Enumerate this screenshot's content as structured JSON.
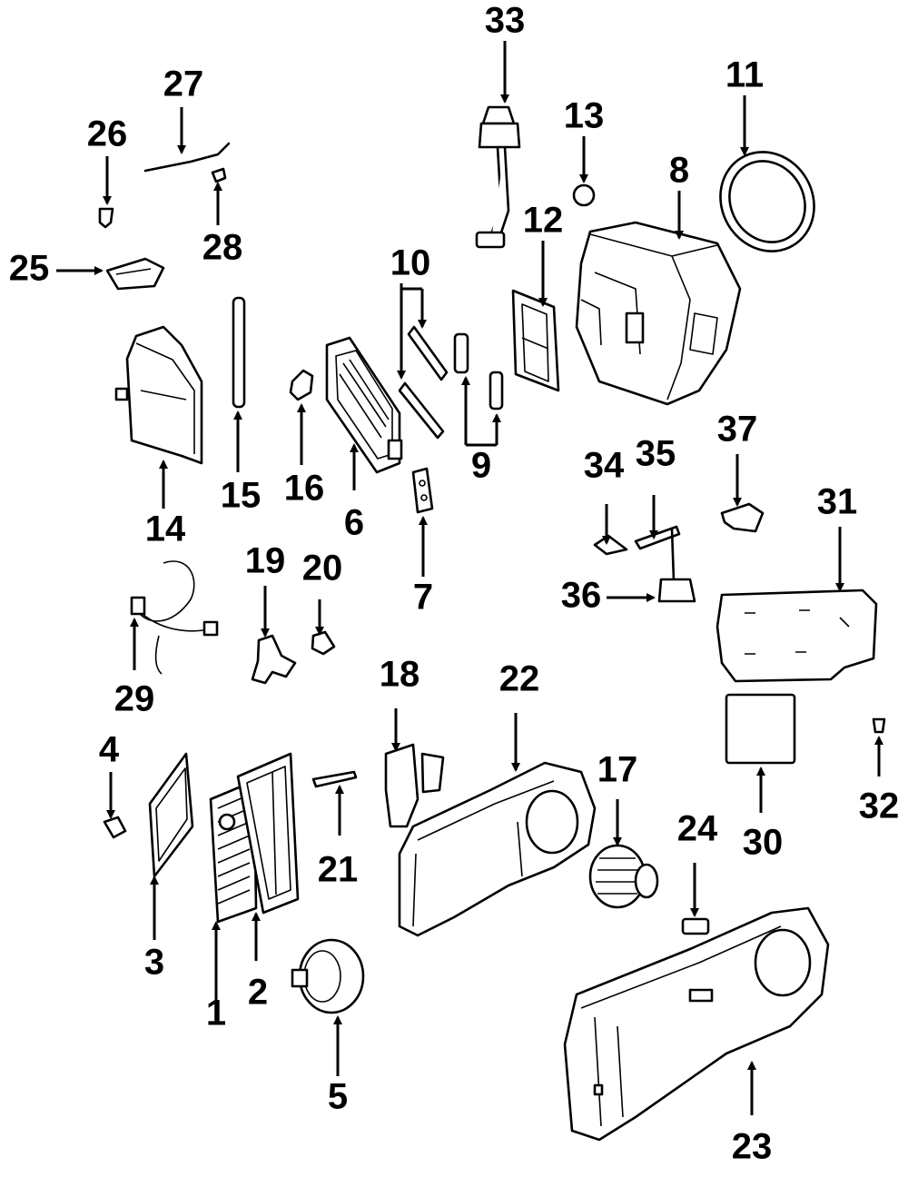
{
  "callouts": [
    {
      "id": "1",
      "label": "1"
    },
    {
      "id": "2",
      "label": "2"
    },
    {
      "id": "3",
      "label": "3"
    },
    {
      "id": "4",
      "label": "4"
    },
    {
      "id": "5",
      "label": "5"
    },
    {
      "id": "6",
      "label": "6"
    },
    {
      "id": "7",
      "label": "7"
    },
    {
      "id": "8",
      "label": "8"
    },
    {
      "id": "9",
      "label": "9"
    },
    {
      "id": "10",
      "label": "10"
    },
    {
      "id": "11",
      "label": "11"
    },
    {
      "id": "12",
      "label": "12"
    },
    {
      "id": "13",
      "label": "13"
    },
    {
      "id": "14",
      "label": "14"
    },
    {
      "id": "15",
      "label": "15"
    },
    {
      "id": "16",
      "label": "16"
    },
    {
      "id": "17",
      "label": "17"
    },
    {
      "id": "18",
      "label": "18"
    },
    {
      "id": "19",
      "label": "19"
    },
    {
      "id": "20",
      "label": "20"
    },
    {
      "id": "21",
      "label": "21"
    },
    {
      "id": "22",
      "label": "22"
    },
    {
      "id": "23",
      "label": "23"
    },
    {
      "id": "24",
      "label": "24"
    },
    {
      "id": "25",
      "label": "25"
    },
    {
      "id": "26",
      "label": "26"
    },
    {
      "id": "27",
      "label": "27"
    },
    {
      "id": "28",
      "label": "28"
    },
    {
      "id": "29",
      "label": "29"
    },
    {
      "id": "30",
      "label": "30"
    },
    {
      "id": "31",
      "label": "31"
    },
    {
      "id": "32",
      "label": "32"
    },
    {
      "id": "33",
      "label": "33"
    },
    {
      "id": "34",
      "label": "34"
    },
    {
      "id": "35",
      "label": "35"
    },
    {
      "id": "36",
      "label": "36"
    },
    {
      "id": "37",
      "label": "37"
    }
  ],
  "colors": {
    "line": "#000000",
    "background": "#ffffff"
  }
}
